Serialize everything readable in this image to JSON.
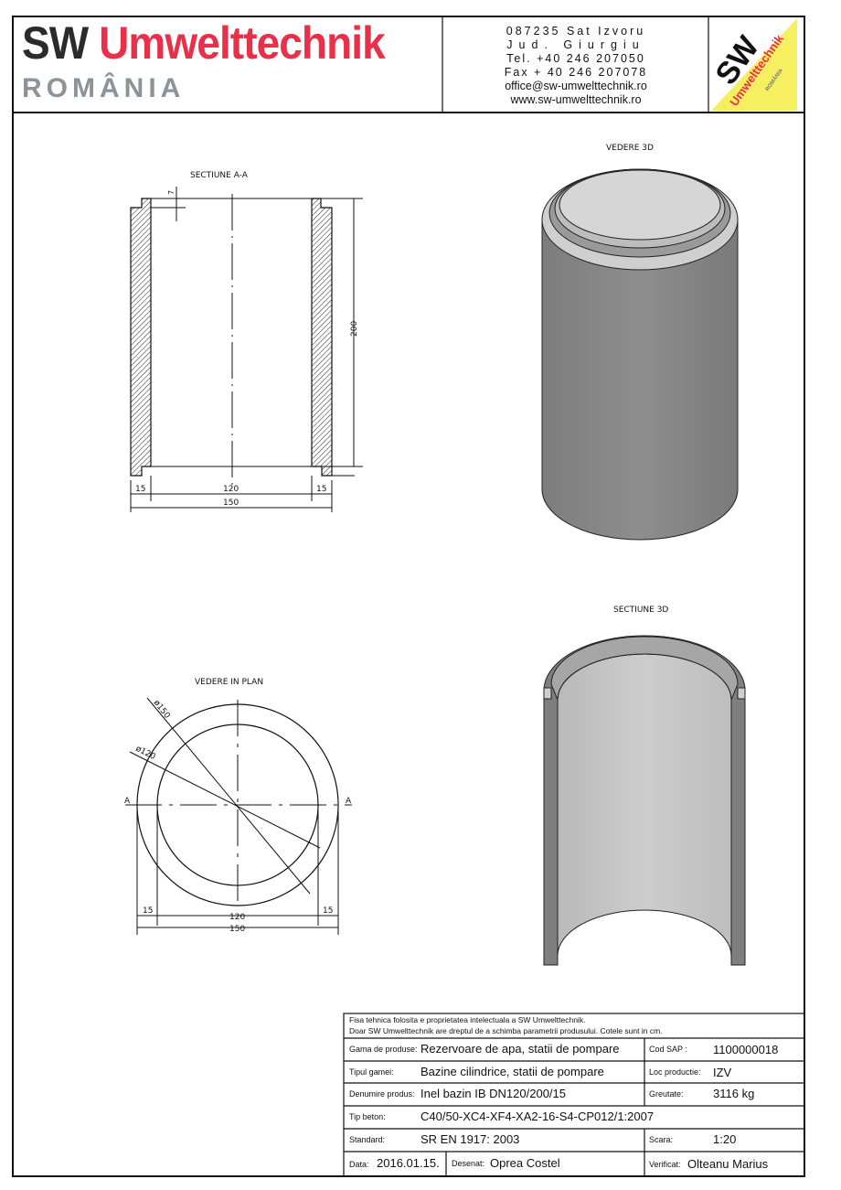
{
  "header": {
    "brand_sw": "SW",
    "brand_name": "Umwelttechnik",
    "brand_country": "ROMÂNIA",
    "contact": [
      "087235 Sat Izvoru",
      "Jud. Giurgiu",
      "Tel. +40 246 207050",
      "Fax + 40 246 207078",
      "office@sw-umwelttechnik.ro",
      "www.sw-umwelttechnik.ro"
    ],
    "logo": {
      "sw": "SW",
      "name": "Umwelttechnik",
      "country": "ROMÂNIA",
      "colors": {
        "yellow": "#f6f060",
        "red": "#e8304a",
        "black": "#111111"
      }
    }
  },
  "drawing": {
    "section_aa": {
      "title": "SECTIUNE   A-A",
      "dims": {
        "height": "200",
        "step": "7",
        "wall_left": "15",
        "inner": "120",
        "wall_right": "15",
        "outer": "150"
      }
    },
    "view_3d": {
      "title": "VEDERE 3D"
    },
    "section_3d": {
      "title": "SECTIUNE 3D"
    },
    "plan": {
      "title": "VEDERE IN PLAN",
      "dia_outer": "ø150",
      "dia_inner": "ø120",
      "cut_left": "A",
      "cut_right": "A",
      "dims": {
        "wall_left": "15",
        "inner": "120",
        "wall_right": "15",
        "outer": "150"
      }
    }
  },
  "title_block": {
    "note1": "Fisa tehnica folosita e proprietatea intelectuala a SW Umwelttechnik.",
    "note2": "Doar SW Umwelttechnik are dreptul de a schimba parametrii produsului. Cotele sunt in cm.",
    "gama_label": "Gama de produse:",
    "gama_value": "Rezervoare de apa, statii de pompare",
    "sap_label": "Cod SAP :",
    "sap_value": "1100000018",
    "tip_label": "Tipul gamei:",
    "tip_value": "Bazine cilindrice, statii de pompare",
    "loc_label": "Loc productie:",
    "loc_value": "IZV",
    "den_label": "Denumire produs:",
    "den_value": "Inel bazin IB DN120/200/15",
    "greu_label": "Greutate:",
    "greu_value": "3116 kg",
    "beton_label": "Tip beton:",
    "beton_value": "C40/50-XC4-XF4-XA2-16-S4-CP012/1:2007",
    "std_label": "Standard:",
    "std_value": "SR EN 1917: 2003",
    "scara_label": "Scara:",
    "scara_value": "1:20",
    "data_label": "Data:",
    "data_value": "2016.01.15.",
    "desenat_label": "Desenat:",
    "desenat_value": "Oprea Costel",
    "verif_label": "Verificat:",
    "verif_value": "Olteanu Marius"
  }
}
